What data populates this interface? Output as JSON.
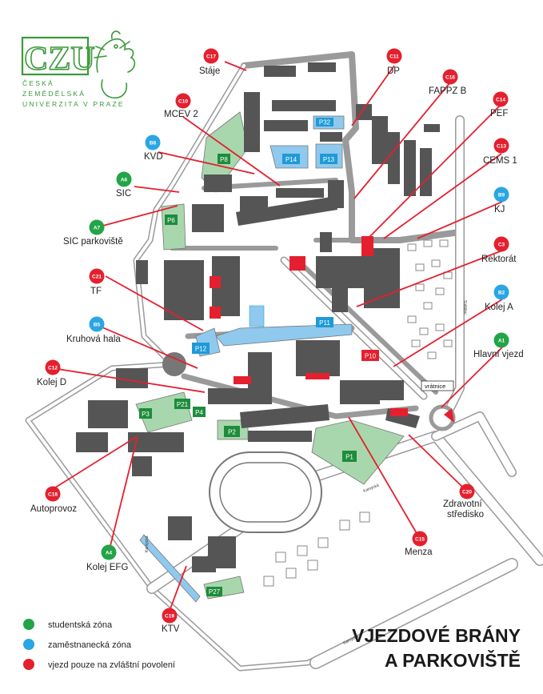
{
  "map": {
    "title_line1": "VJEZDOVÉ BRÁNY",
    "title_line2": "A PARKOVIŠTĚ",
    "logo": {
      "mark": "CZU",
      "line1": "ČESKÁ",
      "line2": "ZEMĚDĚLSKÁ",
      "line3": "UNIVERZITA V PRAZE"
    },
    "colors": {
      "red": "#e4202f",
      "blue": "#2aa6e3",
      "green": "#22a447",
      "parking_green": "#1e8c3c",
      "parking_blue": "#1f9ad6",
      "zone_green": "#a9d7ad",
      "zone_blue": "#8fc9ee",
      "building": "#555555"
    },
    "gates": [
      {
        "code": "C17",
        "label": "Stáje",
        "zone": "red"
      },
      {
        "code": "C11",
        "label": "DP",
        "zone": "red"
      },
      {
        "code": "C16",
        "label": "FAPPZ B",
        "zone": "red"
      },
      {
        "code": "C10",
        "label": "MCEV 2",
        "zone": "red"
      },
      {
        "code": "C14",
        "label": "PEF",
        "zone": "red"
      },
      {
        "code": "B8",
        "label": "KVD",
        "zone": "blue"
      },
      {
        "code": "C13",
        "label": "CEMS 1",
        "zone": "red"
      },
      {
        "code": "A6",
        "label": "SIC",
        "zone": "green"
      },
      {
        "code": "B9",
        "label": "KJ",
        "zone": "blue"
      },
      {
        "code": "A7",
        "label": "SIC parkoviště",
        "zone": "green"
      },
      {
        "code": "C3",
        "label": "Rektorát",
        "zone": "red"
      },
      {
        "code": "C21",
        "label": "TF",
        "zone": "red"
      },
      {
        "code": "B2",
        "label": "Kolej A",
        "zone": "blue"
      },
      {
        "code": "B5",
        "label": "Kruhová hala",
        "zone": "blue"
      },
      {
        "code": "A1",
        "label": "Hlavní vjezd",
        "zone": "green"
      },
      {
        "code": "C12",
        "label": "Kolej D",
        "zone": "red"
      },
      {
        "code": "C18",
        "label": "Autoprovoz",
        "zone": "red"
      },
      {
        "code": "C20",
        "label": "Zdravotní středisko",
        "zone": "red"
      },
      {
        "code": "A4",
        "label": "Kolej EFG",
        "zone": "green"
      },
      {
        "code": "C15",
        "label": "Menza",
        "zone": "red"
      },
      {
        "code": "C19",
        "label": "KTV",
        "zone": "red"
      }
    ],
    "parking": [
      {
        "code": "P32",
        "zone": "blue"
      },
      {
        "code": "P14",
        "zone": "blue"
      },
      {
        "code": "P13",
        "zone": "blue"
      },
      {
        "code": "P8",
        "zone": "green"
      },
      {
        "code": "P6",
        "zone": "green"
      },
      {
        "code": "P11",
        "zone": "blue"
      },
      {
        "code": "P12",
        "zone": "blue"
      },
      {
        "code": "P10",
        "zone": "red"
      },
      {
        "code": "P3",
        "zone": "green"
      },
      {
        "code": "P21",
        "zone": "green"
      },
      {
        "code": "P4",
        "zone": "green"
      },
      {
        "code": "P2",
        "zone": "green"
      },
      {
        "code": "P1",
        "zone": "green"
      },
      {
        "code": "P27",
        "zone": "green"
      }
    ],
    "vratnice": "vrátnice",
    "roads": [
      "Kamýcká",
      "Kamýcká",
      "Kamýcká",
      "Sídlištní"
    ],
    "legend": [
      {
        "zone": "green",
        "label": "studentská zóna"
      },
      {
        "zone": "blue",
        "label": "zaměstnanecká zóna"
      },
      {
        "zone": "red",
        "label": "vjezd pouze na zvláštní povolení"
      }
    ]
  }
}
